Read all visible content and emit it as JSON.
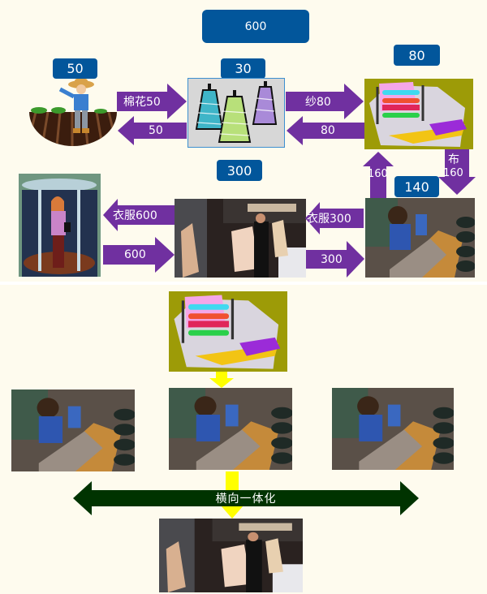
{
  "title": "Textile supply chain — vertical and horizontal integration",
  "colors": {
    "background": "#fefbee",
    "badge": "#02569b",
    "flow_arrow": "#7030a0",
    "integration_arrow": "#003300",
    "vertical_arrow": "#ffff00",
    "dyeing_frame": "#9d9b07"
  },
  "top": {
    "total_badge": "600",
    "nodes": {
      "farmer": {
        "badge": "50",
        "image": "farmer-cotton-field"
      },
      "spinning": {
        "badge": "30",
        "image": "yarn-spools"
      },
      "dyeing": {
        "badge": "80",
        "image": "fabric-dyeing-machine"
      },
      "garment": {
        "badge": "140",
        "image": "garment-factory-worker"
      },
      "retail": {
        "badge": "300",
        "image": "clothing-store"
      },
      "consumer": {
        "image": "shopper-revolving-door"
      }
    },
    "flows": {
      "cotton": "棉花50",
      "cotton_pay": "50",
      "yarn": "纱80",
      "yarn_pay": "80",
      "cloth": "布",
      "cloth_amount": "160",
      "cloth_pay": "160",
      "clothes_to_retail": "衣服300",
      "clothes_to_retail_pay": "300",
      "clothes_to_consumer": "衣服600",
      "clothes_to_consumer_pay": "600"
    }
  },
  "bottom": {
    "top_image": "fabric-dyeing-machine",
    "factories": [
      "garment-factory-worker",
      "garment-factory-worker",
      "garment-factory-worker"
    ],
    "integration_label": "横向一体化",
    "bottom_image": "clothing-store"
  }
}
